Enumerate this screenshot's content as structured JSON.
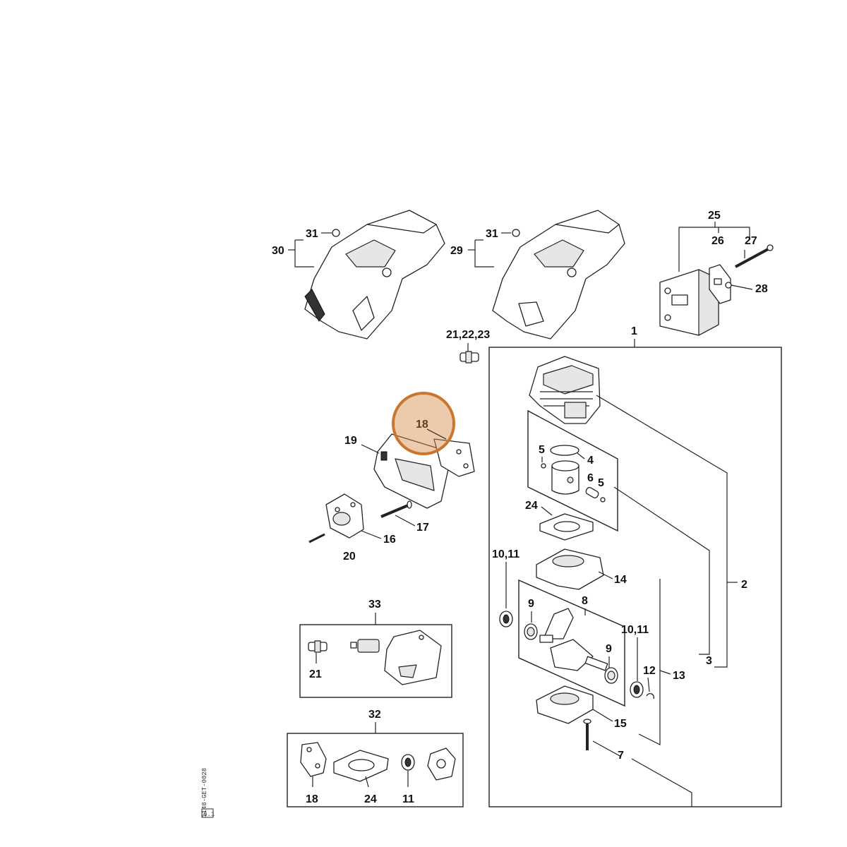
{
  "labels": {
    "l30": "30",
    "l31a": "31",
    "l29": "29",
    "l31b": "31",
    "l25": "25",
    "l26": "26",
    "l27": "27",
    "l28": "28",
    "l1": "1",
    "l2": "2",
    "l3": "3",
    "l13": "13",
    "l21_22_23": "21,22,23",
    "l18": "18",
    "l19": "19",
    "l17": "17",
    "l16": "16",
    "l20": "20",
    "l5a": "5",
    "l4": "4",
    "l6": "6",
    "l5b": "5",
    "l24": "24",
    "l10_11a": "10,11",
    "l14": "14",
    "l9a": "9",
    "l8": "8",
    "l10_11b": "10,11",
    "l9b": "9",
    "l12": "12",
    "l15": "15",
    "l7": "7",
    "l33": "33",
    "l21": "21",
    "l32": "32",
    "l18b": "18",
    "l24b": "24",
    "l11": "11"
  },
  "drawing_code": "1148-GET-0028",
  "drawing_code_tag": "6.1",
  "highlight": {
    "target_label": "18",
    "color": "#da8a46"
  }
}
